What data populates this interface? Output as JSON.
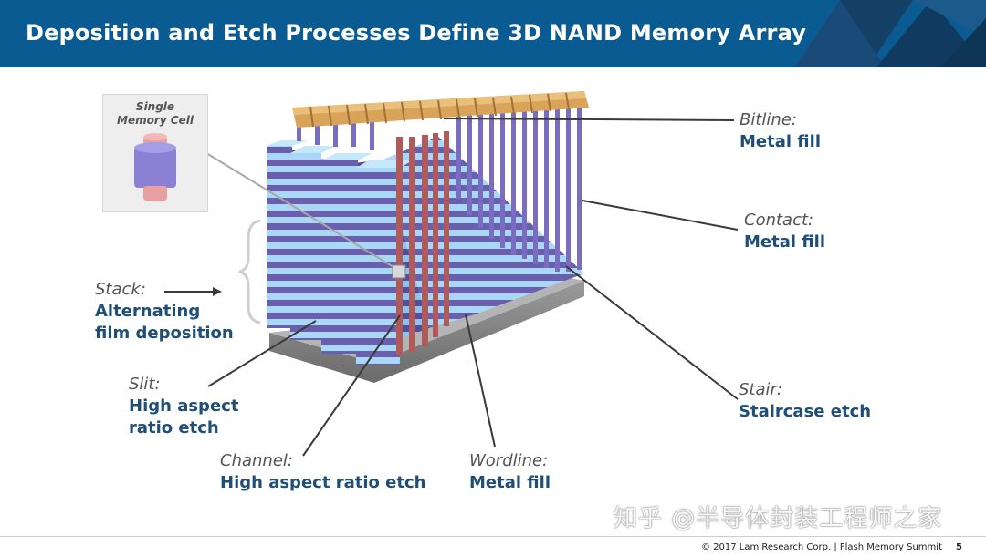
{
  "header": {
    "title": "Deposition and Etch Processes Define 3D NAND Memory Array"
  },
  "memory_cell": {
    "line1": "Single",
    "line2": "Memory Cell"
  },
  "labels": {
    "bitline": {
      "title": "Bitline:",
      "desc": "Metal fill"
    },
    "contact": {
      "title": "Contact:",
      "desc": "Metal fill"
    },
    "stack": {
      "title": "Stack:",
      "desc1": "Alternating",
      "desc2": "film deposition"
    },
    "slit": {
      "title": "Slit:",
      "desc1": "High aspect",
      "desc2": "ratio etch"
    },
    "channel": {
      "title": "Channel:",
      "desc": "High aspect ratio etch"
    },
    "wordline": {
      "title": "Wordline:",
      "desc": "Metal fill"
    },
    "stair": {
      "title": "Stair:",
      "desc": "Staircase etch"
    }
  },
  "footer": {
    "copyright": "© 2017 Lam Research Corp.  |  Flash Memory Summit",
    "page": "5"
  },
  "watermark": "知乎 @半导体封装工程师之家",
  "colors": {
    "header_bg": "#0b5b93",
    "label_desc": "#1f4e79",
    "label_title": "#555555",
    "layer_light": "#a9d8f7",
    "layer_dark": "#6a5fae",
    "channel": "#b05a5a",
    "bitline": "#d9a35a",
    "contact": "#7a6cc0"
  }
}
